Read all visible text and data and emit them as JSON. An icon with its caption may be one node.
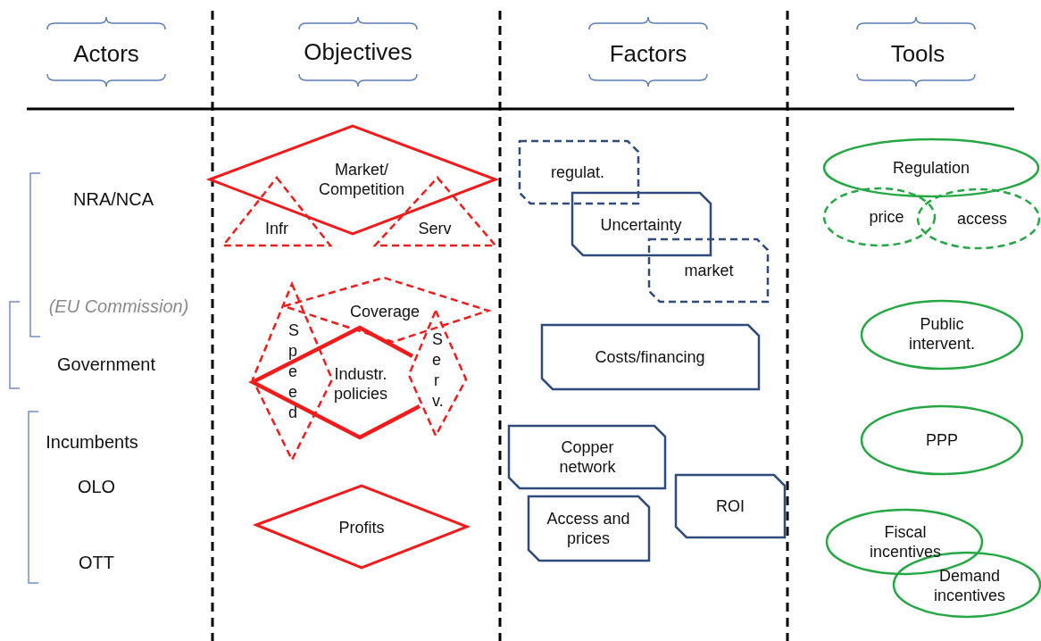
{
  "diagram": {
    "nodes": [
      {
        "text": [
          "Market/ Competition"
        ]
      },
      {
        "text": [
          "Infr"
        ]
      },
      {
        "text": [
          "Serv"
        ]
      },
      {
        "text": [
          "Coverage"
        ]
      },
      {
        "text": [
          "Speed"
        ]
      },
      {
        "text": [
          "Industr. policies"
        ]
      },
      {
        "text": [
          "Serv."
        ]
      },
      {
        "text": [
          "Profits"
        ]
      },
      {
        "text": [
          "regulat."
        ]
      },
      {
        "text": [
          "Uncertainty"
        ]
      },
      {
        "text": [
          "market"
        ]
      },
      {
        "text": [
          "Costs/financing"
        ]
      },
      {
        "text": [
          "Copper network"
        ]
      },
      {
        "text": [
          "Access and prices"
        ]
      },
      {
        "text": [
          "ROI"
        ]
      },
      {
        "text": [
          "Regulation"
        ]
      },
      {
        "text": [
          "price"
        ]
      },
      {
        "text": [
          "access"
        ]
      },
      {
        "text": [
          "Public intervent."
        ]
      },
      {
        "text": [
          "PPP"
        ]
      },
      {
        "text": [
          "Fiscal incentives"
        ]
      },
      {
        "text": [
          "Demand incentives"
        ]
      }
    ],
    "labels": [
      "Actors",
      "Objectives",
      "Factors",
      "Tools",
      "NRA/NCA",
      "(EU Commission)",
      "Government",
      "Incumbents",
      "OLO",
      "OTT"
    ]
  }
}
